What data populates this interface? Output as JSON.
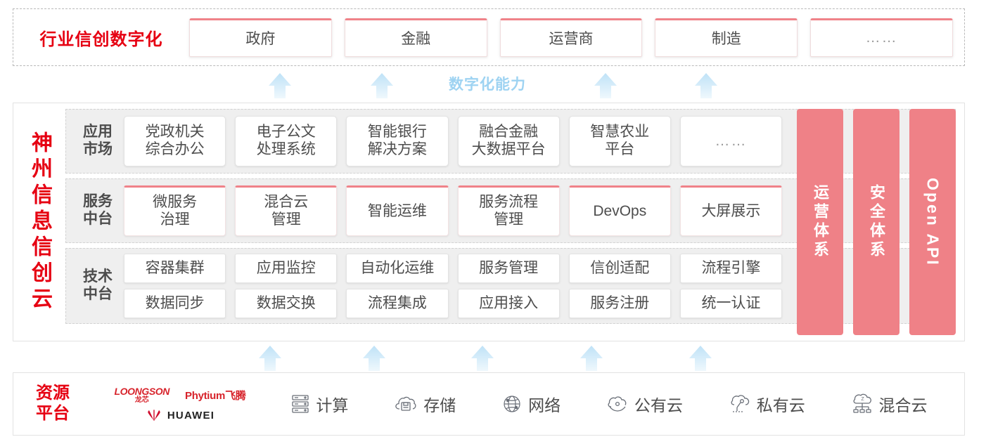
{
  "industry": {
    "title": "行业信创数字化",
    "cards": [
      "政府",
      "金融",
      "运营商",
      "制造",
      "……"
    ]
  },
  "capability": {
    "label": "数字化能力",
    "arrow_count_top": 4,
    "arrow_count_bottom": 5,
    "arrow_color": "#cfe8f8"
  },
  "cloud": {
    "vertical_title": "神州信息信创云",
    "tiers": [
      {
        "label": "应用\n市场",
        "label_line1": "应用",
        "label_line2": "市场",
        "rows": [
          [
            "党政机关\n综合办公",
            "电子公文\n处理系统",
            "智能银行\n解决方案",
            "融合金融\n大数据平台",
            "智慧农业\n平台",
            "……"
          ]
        ]
      },
      {
        "label_line1": "服务",
        "label_line2": "中台",
        "rows": [
          [
            "微服务\n治理",
            "混合云\n管理",
            "智能运维",
            "服务流程\n管理",
            "DevOps",
            "大屏展示"
          ]
        ]
      },
      {
        "label_line1": "技术",
        "label_line2": "中台",
        "rows": [
          [
            "容器集群",
            "应用监控",
            "自动化运维",
            "服务管理",
            "信创适配",
            "流程引擎"
          ],
          [
            "数据同步",
            "数据交换",
            "流程集成",
            "应用接入",
            "服务注册",
            "统一认证"
          ]
        ]
      }
    ],
    "pillars": [
      {
        "text": "运营体系",
        "latin": false
      },
      {
        "text": "安全体系",
        "latin": false
      },
      {
        "text": "Open API",
        "latin": true
      }
    ],
    "pillar_color": "#ef8187"
  },
  "resource": {
    "title_line1": "资源",
    "title_line2": "平台",
    "logos": [
      {
        "name": "LOONGSON",
        "sub": "龙芯"
      },
      {
        "name": "Phytium飞腾"
      },
      {
        "name": "HUAWEI"
      }
    ],
    "items": [
      {
        "label": "计算",
        "icon": "server-icon"
      },
      {
        "label": "存储",
        "icon": "cloud-storage-icon"
      },
      {
        "label": "网络",
        "icon": "network-icon"
      },
      {
        "label": "公有云",
        "icon": "public-cloud-icon"
      },
      {
        "label": "私有云",
        "icon": "private-cloud-icon"
      },
      {
        "label": "混合云",
        "icon": "hybrid-cloud-icon"
      }
    ]
  },
  "colors": {
    "brand_red": "#e60012",
    "pink": "#ef8187",
    "arrow_blue": "#cfe8f8",
    "tier_bg": "#efefef"
  }
}
